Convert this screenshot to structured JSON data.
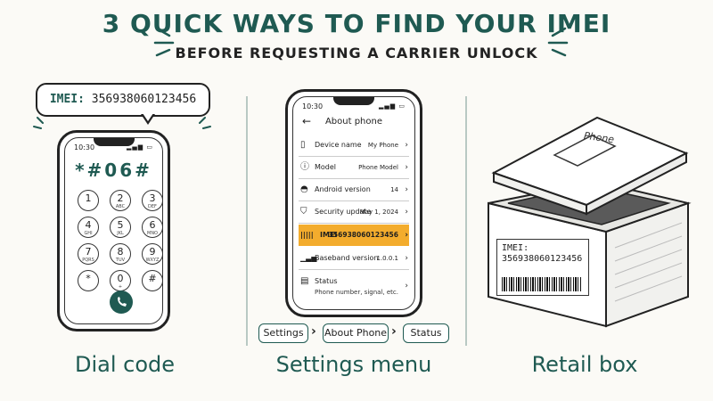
{
  "title": "3 QUICK WAYS TO FIND YOUR IMEI",
  "subtitle": "BEFORE REQUESTING A CARRIER UNLOCK",
  "colors": {
    "accent": "#1f5a52",
    "highlight": "#f3ac2d"
  },
  "dial": {
    "bubble_label": "IMEI:",
    "bubble_value": "356938060123456",
    "time": "10:30",
    "code": "*#06#",
    "keys": [
      {
        "d": "1",
        "l": ""
      },
      {
        "d": "2",
        "l": "ABC"
      },
      {
        "d": "3",
        "l": "DEF"
      },
      {
        "d": "4",
        "l": "GHI"
      },
      {
        "d": "5",
        "l": "JKL"
      },
      {
        "d": "6",
        "l": "MNO"
      },
      {
        "d": "7",
        "l": "PQRS"
      },
      {
        "d": "8",
        "l": "TUV"
      },
      {
        "d": "9",
        "l": "WXYZ"
      },
      {
        "d": "*",
        "l": ""
      },
      {
        "d": "0",
        "l": "+"
      },
      {
        "d": "#",
        "l": ""
      }
    ],
    "caption": "Dial code"
  },
  "settings": {
    "time": "10:30",
    "header": "About phone",
    "rows": [
      {
        "icon": "phone-icon",
        "label": "Device name",
        "value": "My Phone"
      },
      {
        "icon": "info-icon",
        "label": "Model",
        "value": "Phone Model"
      },
      {
        "icon": "android-icon",
        "label": "Android version",
        "value": "14"
      },
      {
        "icon": "shield-icon",
        "label": "Security update",
        "value": "May 1, 2024"
      },
      {
        "icon": "barcode-icon",
        "label": "IMEI",
        "value": "356938060123456"
      },
      {
        "icon": "signal-icon",
        "label": "Baseband version",
        "value": "1.0.0.1"
      }
    ],
    "status_row": {
      "label": "Status",
      "sub": "Phone number, signal, etc."
    },
    "breadcrumb": [
      "Settings",
      "About Phone",
      "Status"
    ],
    "caption": "Settings menu"
  },
  "box": {
    "lid_text": "Phone",
    "label_title": "IMEI:",
    "label_value": "356938060123456",
    "caption": "Retail box"
  }
}
